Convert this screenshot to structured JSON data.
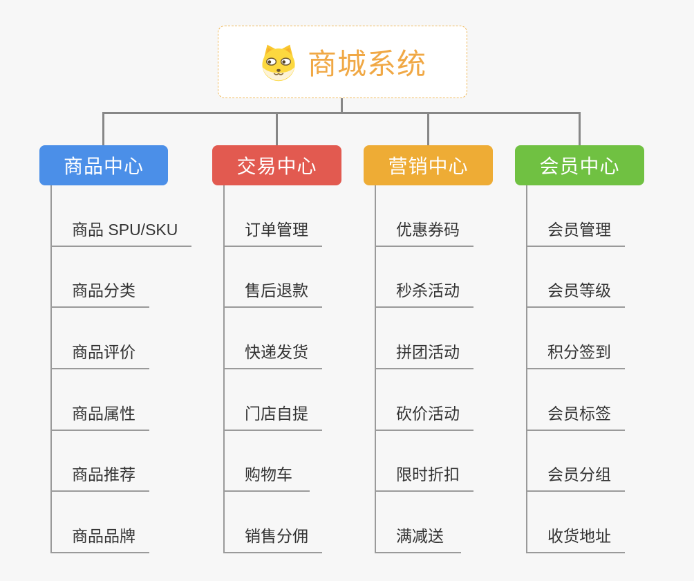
{
  "root": {
    "title": "商城系统",
    "title_color": "#f0a845",
    "border_color": "#f0b95a",
    "icon": "dog-icon"
  },
  "style": {
    "background_color": "#f7f7f7",
    "connector_color": "#878787",
    "leaf_line_color": "#9a9a9a",
    "leaf_text_color": "#333333"
  },
  "branches": [
    {
      "label": "商品中心",
      "color": "#4b8fe8",
      "items": [
        "商品 SPU/SKU",
        "商品分类",
        "商品评价",
        "商品属性",
        "商品推荐",
        "商品品牌"
      ]
    },
    {
      "label": "交易中心",
      "color": "#e25a50",
      "items": [
        "订单管理",
        "售后退款",
        "快递发货",
        "门店自提",
        "购物车",
        "销售分佣"
      ]
    },
    {
      "label": "营销中心",
      "color": "#eeac35",
      "items": [
        "优惠券码",
        "秒杀活动",
        "拼团活动",
        "砍价活动",
        "限时折扣",
        "满减送"
      ]
    },
    {
      "label": "会员中心",
      "color": "#70c142",
      "items": [
        "会员管理",
        "会员等级",
        "积分签到",
        "会员标签",
        "会员分组",
        "收货地址"
      ]
    }
  ]
}
